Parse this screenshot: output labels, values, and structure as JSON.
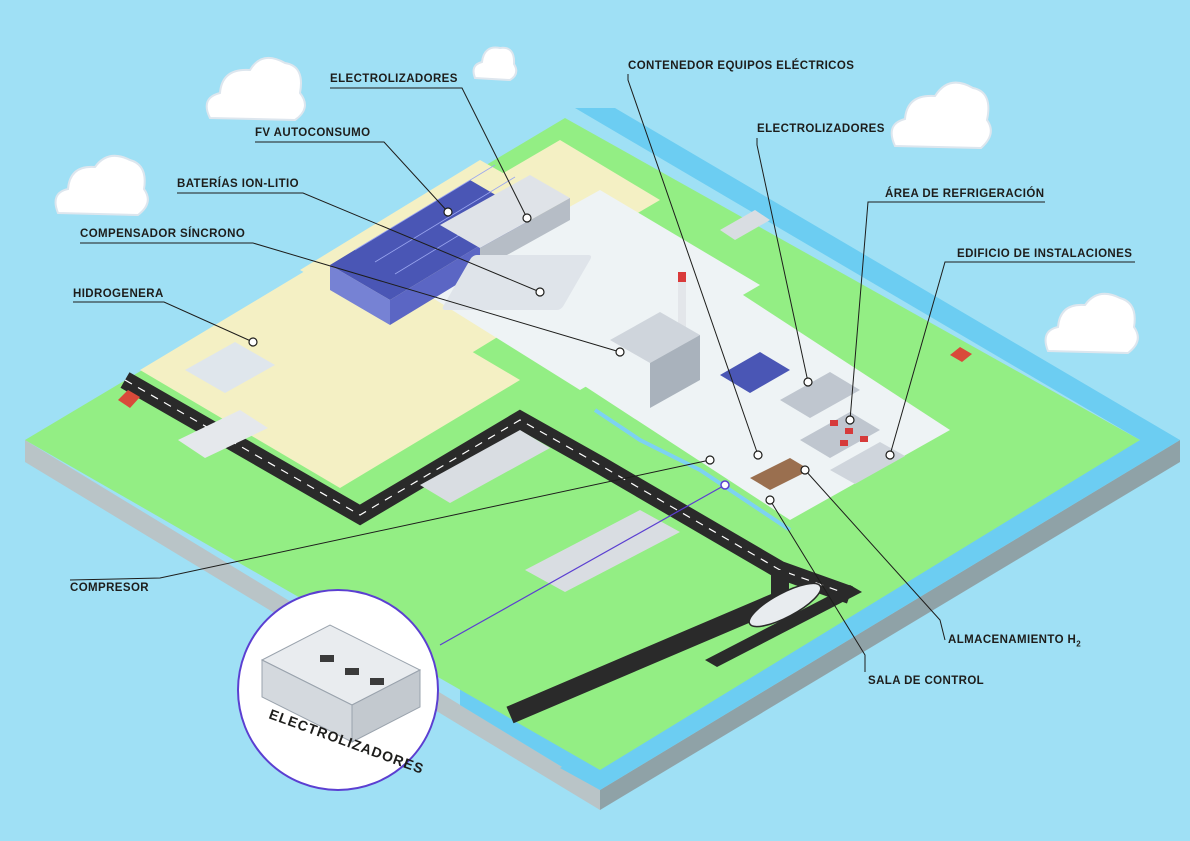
{
  "labels": {
    "electrolizadores_top": "ELECTROLIZADORES",
    "fv_autoconsumo": "FV AUTOCONSUMO",
    "baterias": "BATERÍAS ION-LITIO",
    "compensador": "COMPENSADOR SÍNCRONO",
    "hidrogenera": "HIDROGENERA",
    "contenedor": "CONTENEDOR EQUIPOS ELÉCTRICOS",
    "electrolizadores_right": "ELECTROLIZADORES",
    "refrigeracion": "ÁREA DE REFRIGERACIÓN",
    "edificio": "EDIFICIO DE INSTALACIONES",
    "compresor": "COMPRESOR",
    "almacenamiento": "ALMACENAMIENTO H",
    "almacenamiento_sub": "2",
    "sala_control": "SALA DE CONTROL",
    "inset_caption": "ELECTROLIZADORES"
  },
  "colors": {
    "sky": "#9fe0f5",
    "grass": "#93ee84",
    "sand": "#f4f0c4",
    "water": "#6ccdf2",
    "road": "#2a2a2a",
    "callout_line": "#1d1d1b",
    "inset_ring": "#5b3fd1"
  }
}
